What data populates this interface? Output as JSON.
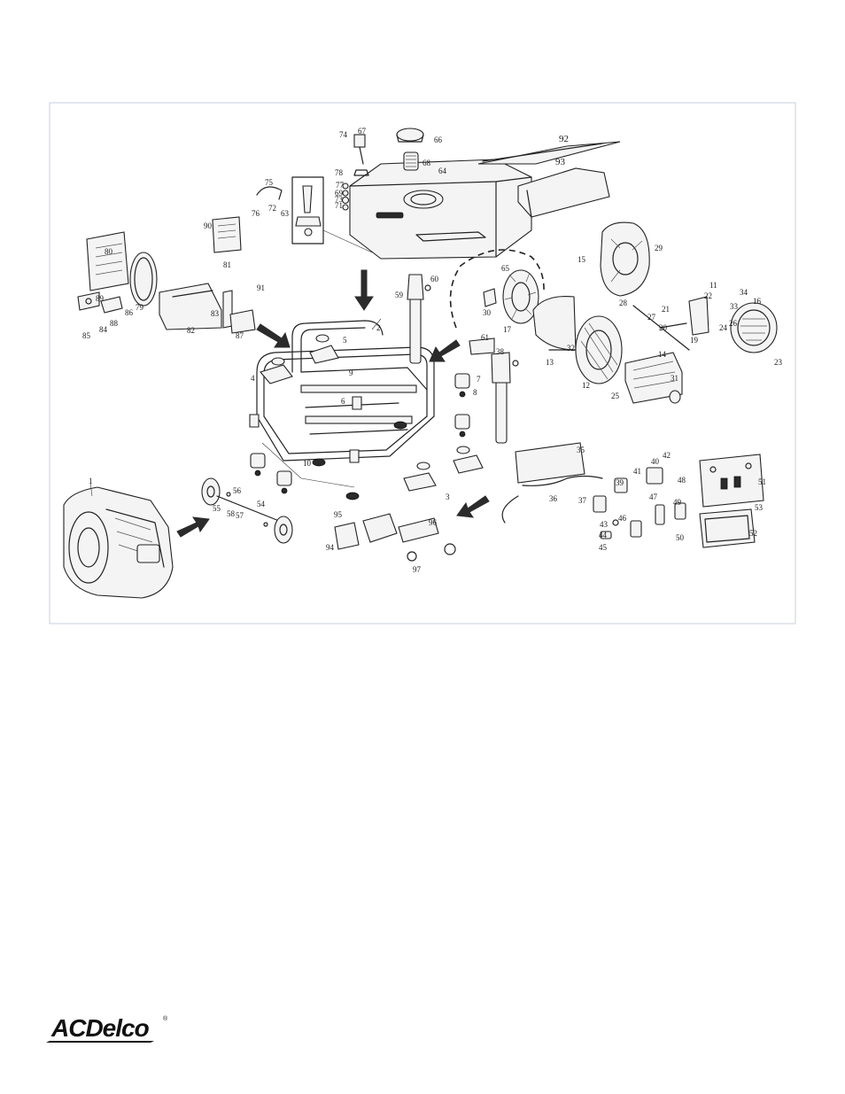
{
  "diagram": {
    "callouts": [
      "1",
      "2",
      "3",
      "4",
      "5",
      "6",
      "7",
      "8",
      "9",
      "10",
      "11",
      "12",
      "13",
      "14",
      "15",
      "16",
      "17",
      "19",
      "20",
      "21",
      "22",
      "23",
      "24",
      "25",
      "26",
      "27",
      "28",
      "29",
      "30",
      "31",
      "32",
      "33",
      "34",
      "35",
      "36",
      "37",
      "38",
      "39",
      "40",
      "41",
      "42",
      "43",
      "44",
      "45",
      "46",
      "47",
      "48",
      "49",
      "50",
      "51",
      "52",
      "53",
      "54",
      "55",
      "56",
      "57",
      "58",
      "59",
      "60",
      "61",
      "63",
      "64",
      "65",
      "66",
      "67",
      "68",
      "69",
      "71",
      "72",
      "73",
      "74",
      "75",
      "76",
      "77",
      "78",
      "79",
      "80",
      "81",
      "82",
      "83",
      "84",
      "85",
      "86",
      "87",
      "88",
      "89",
      "90",
      "91",
      "92",
      "93",
      "94",
      "95",
      "96",
      "97"
    ]
  },
  "brand": {
    "logo_text": "ACDelco",
    "registered_mark": "®"
  }
}
